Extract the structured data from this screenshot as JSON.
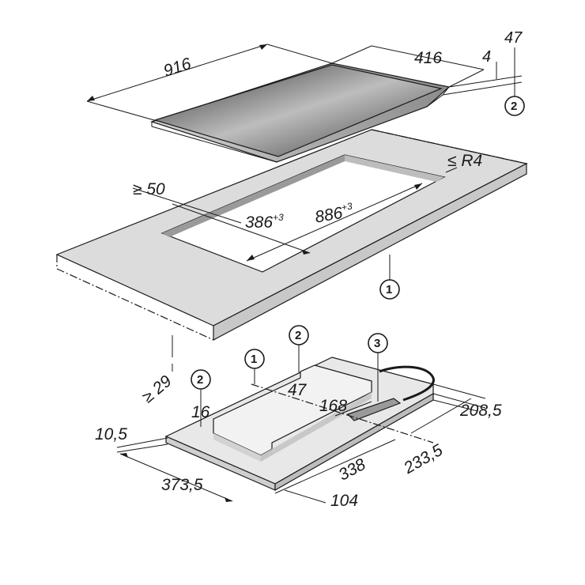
{
  "colors": {
    "line": "#1a1a1a",
    "worktop": "#dcdcdc",
    "worktop_edge": "#c8c8c8",
    "glass_dark": "#3a3a3a",
    "glass_light": "#b8b8b8",
    "underside": "#e6e6e6",
    "underside_dark": "#cfcfcf"
  },
  "callouts": [
    "1",
    "2",
    "3"
  ],
  "hob": {
    "width": "916",
    "depth": "416",
    "thickness": "4",
    "height": "47"
  },
  "cutout": {
    "min_front_gap": "≥ 50",
    "corner_radius": "≤ R4",
    "depth": "386",
    "depth_tol": "+3",
    "width": "886",
    "width_tol": "+3",
    "min_worktop": "≥ 29"
  },
  "underside": {
    "dim_47": "47",
    "dim_16": "16",
    "dim_168": "168",
    "dim_10_5": "10,5",
    "dim_373_5": "373,5",
    "dim_338": "338",
    "dim_104": "104",
    "dim_233_5": "233,5",
    "dim_208_5": "208,5"
  }
}
